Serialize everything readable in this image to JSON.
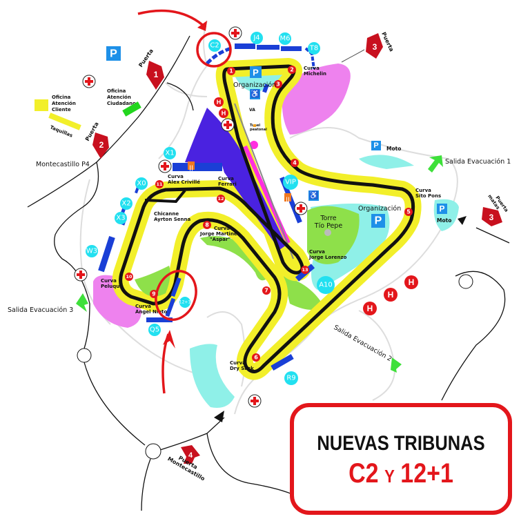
{
  "promo": {
    "line1": "NUEVAS TRIBUNAS",
    "line2_a": "C2",
    "line2_y": "Y",
    "line2_b": "12+1"
  },
  "gates": [
    {
      "label": "Puerta",
      "number": "1"
    },
    {
      "label": "Puerta",
      "number": "2"
    },
    {
      "label": "Puerta",
      "number": "3"
    },
    {
      "label_1": "Puerta",
      "label_2": "matas",
      "number": "3"
    },
    {
      "label_1": "Puerta",
      "label_2": "Montecastillo",
      "number": "4"
    }
  ],
  "exits": [
    "Salida Evacuación 1",
    "Salida Evacuación 2",
    "Salida Evacuación 3"
  ],
  "places": {
    "oficina_cliente": [
      "Oficina",
      "Atención",
      "Cliente"
    ],
    "oficina_ciudadano": [
      "Oficina",
      "Atención",
      "Ciudadano"
    ],
    "taquillas": "Taquillas",
    "montecastillo_p4": "Montecastillo P4",
    "organizacion": "Organización",
    "tunel": [
      "Tunel",
      "peatonal"
    ],
    "va": "VA",
    "moto": "Moto",
    "torre": [
      "Torre",
      "Tío Pepe"
    ]
  },
  "curves": {
    "michelin": [
      "Curva",
      "Michelin"
    ],
    "crivile": [
      "Curva",
      "Alex Crivillé"
    ],
    "ferrari": [
      "Curva",
      "Ferrari"
    ],
    "senna": [
      "Chicanne",
      "Ayrton Senna"
    ],
    "aspar": [
      "Curva",
      "Jorge Martinez",
      "\"Aspar\""
    ],
    "peluqui": [
      "Curva",
      "Peluqui"
    ],
    "nieto": [
      "Curva",
      "Ángel Nieto"
    ],
    "drysack": [
      "Curva",
      "Dry Sack"
    ],
    "lorenzo": [
      "Curva",
      "Jorge Lorenzo"
    ],
    "pons": [
      "Curva",
      "Sito Pons"
    ]
  },
  "turns": [
    "1",
    "2",
    "3",
    "4",
    "5",
    "6",
    "7",
    "8",
    "9",
    "10",
    "11",
    "12",
    "13"
  ],
  "stands": {
    "c2": "C2",
    "j4": "J4",
    "m6": "M6",
    "t8": "T8",
    "x1": "X1",
    "x0": "X0",
    "x2": "X2",
    "x3": "X3",
    "w3": "W3",
    "q5": "Q5",
    "s121": "12+1",
    "vip": "VIP",
    "a10": "A10",
    "r9": "R9"
  },
  "icons": {
    "parking": "P",
    "helipad": "H"
  },
  "colors": {
    "track": "#111111",
    "runoff": "#f2ef2a",
    "stand": "#1a3fd6",
    "standLabel": "#22e0f0",
    "turn": "#e3161b",
    "paddock": "#4a22e0",
    "pink": "#ee82ee",
    "cyan": "#8ff0e8",
    "green": "#8ee04a",
    "highlight": "#e3161b"
  }
}
